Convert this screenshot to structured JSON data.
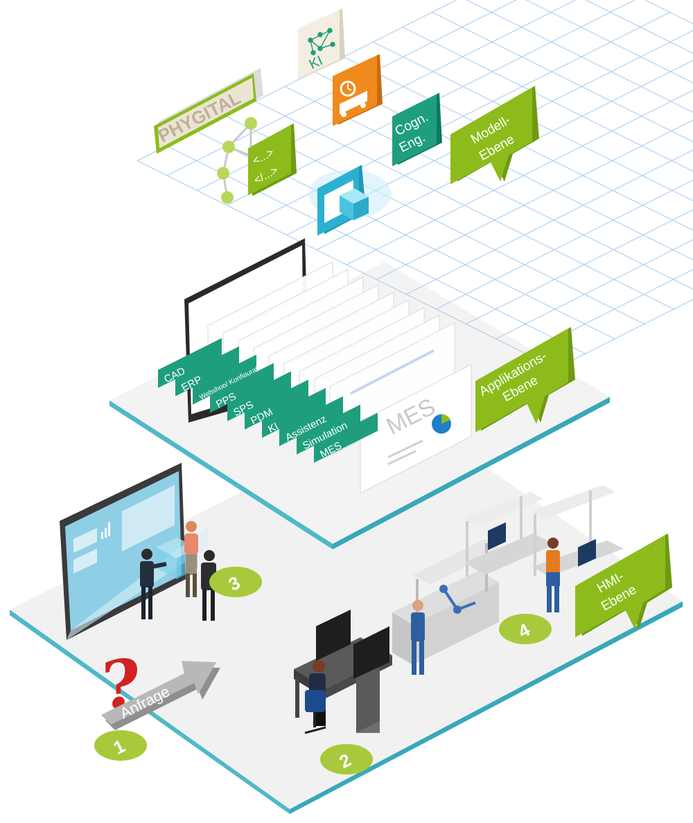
{
  "colors": {
    "lime": "#8dbb1c",
    "teal": "#1f9e7e",
    "orange": "#f08a1c",
    "cyan_edge": "#4fb8c9",
    "grid": "#9fc9f0",
    "platform": "#f2f2f2"
  },
  "model_layer": {
    "bubble_line1": "Modell-",
    "bubble_line2": "Ebene",
    "ki_label": "KI",
    "cogn_line1": "Cogn.",
    "cogn_line2": "Eng.",
    "code_line1": "<...>",
    "code_line2": "</...>",
    "phygital_text": "PHYGITAL",
    "icons": [
      "neural-network-icon",
      "truck-clock-icon",
      "cube-icon",
      "graph-node-icon"
    ]
  },
  "application_layer": {
    "bubble_line1": "Applikations-",
    "bubble_line2": "Ebene",
    "mes_screen_text": "MES",
    "tags": [
      "CAD",
      "ERP",
      "Webshop/ Konfiguration",
      "PPS",
      "SPS",
      "PDM",
      "KI",
      "Assistenz",
      "Simulation",
      "MES"
    ]
  },
  "hmi_layer": {
    "bubble_line1": "HMI-",
    "bubble_line2": "Ebene",
    "request_label": "Anfrage",
    "markers": [
      "1",
      "2",
      "3",
      "4"
    ]
  }
}
